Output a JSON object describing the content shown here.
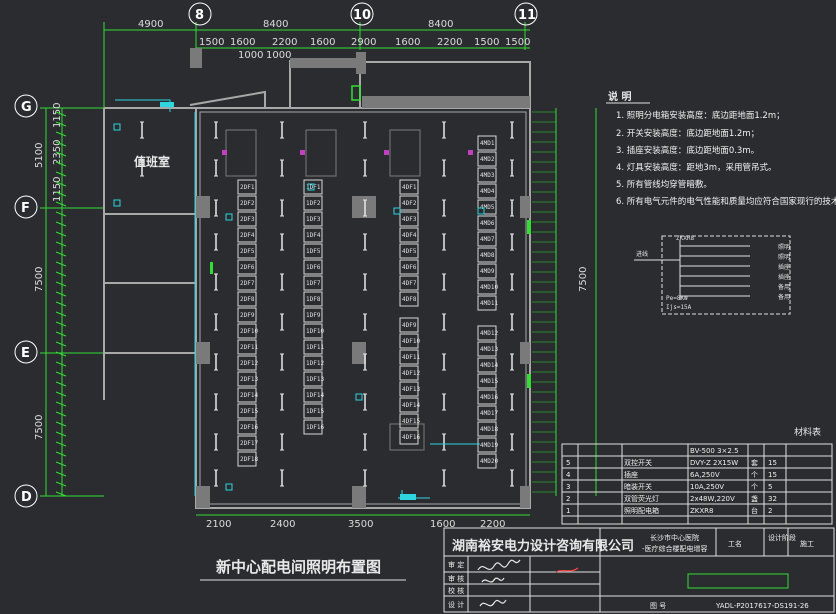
{
  "drawing_title": "新中心配电间照明布置图",
  "company": "湖南裕安电力设计咨询有限公司",
  "project": "长沙市中心医院",
  "project_sub": "-医疗综合楼配电增容",
  "drawing_no": "YADL-P2017617-DS191-26",
  "room_label": "值班室",
  "top_axes": [
    "8",
    "10",
    "11"
  ],
  "left_axes": [
    "G",
    "F",
    "E",
    "D"
  ],
  "top_dims": [
    "4900",
    "8400",
    "8400"
  ],
  "top_sub_dims": [
    "1500",
    "1600",
    "2200",
    "1600",
    "2900",
    "1600",
    "2200",
    "1500",
    "1500"
  ],
  "top_sub_dims2": [
    "1000",
    "1000"
  ],
  "bottom_dims": [
    "2100",
    "2400",
    "3500",
    "1600",
    "2200"
  ],
  "left_dims": [
    "5100",
    "7500",
    "7500"
  ],
  "right_dims": [
    "7500"
  ],
  "left_small_dims": [
    "1150",
    "2350",
    "1150"
  ],
  "notes_header": "说 明",
  "notes": [
    "1. 照明分电箱安装高度：底边距地面1.2m；",
    "2. 开关安装高度：底边距地面1.2m；",
    "3. 插座安装高度：底边距地面0.3m。",
    "4. 灯具安装高度：距地3m，采用管吊式。",
    "5. 所有管线均穿管暗敷。",
    "6. 所有电气元件的电气性能和质量均应符合国家现行的技术标准。"
  ],
  "panel_label": "ZKXR8",
  "panel_left_label": "进线",
  "panel_power_line1": "Pe=8KW",
  "panel_power_line2": "Ijs=15A",
  "panel_circuits": [
    "照明",
    "照明",
    "插座",
    "插座",
    "备用",
    "备用"
  ],
  "materials_title": "材料表",
  "materials": [
    {
      "no": "5",
      "name": "双控开关",
      "spec": "DVY-Z 2X15W",
      "unit": "套",
      "qty": "15"
    },
    {
      "no": "4",
      "name": "插座",
      "spec": "6A,250V",
      "unit": "个",
      "qty": "15"
    },
    {
      "no": "3",
      "name": "暗装开关",
      "spec": "10A,250V",
      "unit": "个",
      "qty": "5"
    },
    {
      "no": "2",
      "name": "双管荧光灯",
      "spec": "2x48W,220V",
      "unit": "盏",
      "qty": "32"
    },
    {
      "no": "1",
      "name": "照明配电箱",
      "spec": "ZKXR8",
      "unit": "台",
      "qty": "2"
    }
  ],
  "materials_top_spec": "BV-500  3×2.5",
  "tb_roles": [
    "审 定",
    "审 核",
    "校 核",
    "设 计"
  ],
  "tb_stage_label": "设计阶段",
  "tb_stage_value": "施工",
  "tb_name_label": "工名",
  "tb_sheet_label": "图 号",
  "cabinet_groups": [
    [
      "2DF1",
      "2DF2",
      "2DF3",
      "2DF4",
      "2DF5",
      "2DF6",
      "2DF7",
      "2DF8",
      "2DF9",
      "2DF10",
      "2DF11",
      "2DF12",
      "2DF13",
      "2DF14",
      "2DF15",
      "2DF16",
      "2DF17",
      "2DF18"
    ],
    [
      "1DF1",
      "1DF2",
      "1DF3",
      "1DF4",
      "1DF5",
      "1DF6",
      "1DF7",
      "1DF8",
      "1DF9",
      "1DF10",
      "1DF11",
      "1DF12",
      "1DF13",
      "1DF14",
      "1DF15",
      "1DF16"
    ],
    [
      "4DF1",
      "4DF2",
      "4DF3",
      "4DF4",
      "4DF5",
      "4DF6",
      "4DF7",
      "4DF8",
      "4DF9",
      "4DF10",
      "4DF11",
      "4DF12",
      "4DF13",
      "4DF14",
      "4DF15",
      "4DF16"
    ],
    [
      "4MD1",
      "4MD2",
      "4MD3",
      "4MD4",
      "4MD5",
      "4MD6",
      "4MD7",
      "4MD8",
      "4MD9",
      "4MD10",
      "4MD11",
      "4MD12",
      "4MD13",
      "4MD14",
      "4MD15",
      "4MD16",
      "4MD17",
      "4MD18",
      "4MD19",
      "4MD20"
    ]
  ],
  "colors": {
    "wall": "#9a9a9a",
    "wire": "#2fd6e0",
    "dim": "#e0e0e0",
    "green": "#33dd33",
    "bg": "#2a2c30"
  }
}
